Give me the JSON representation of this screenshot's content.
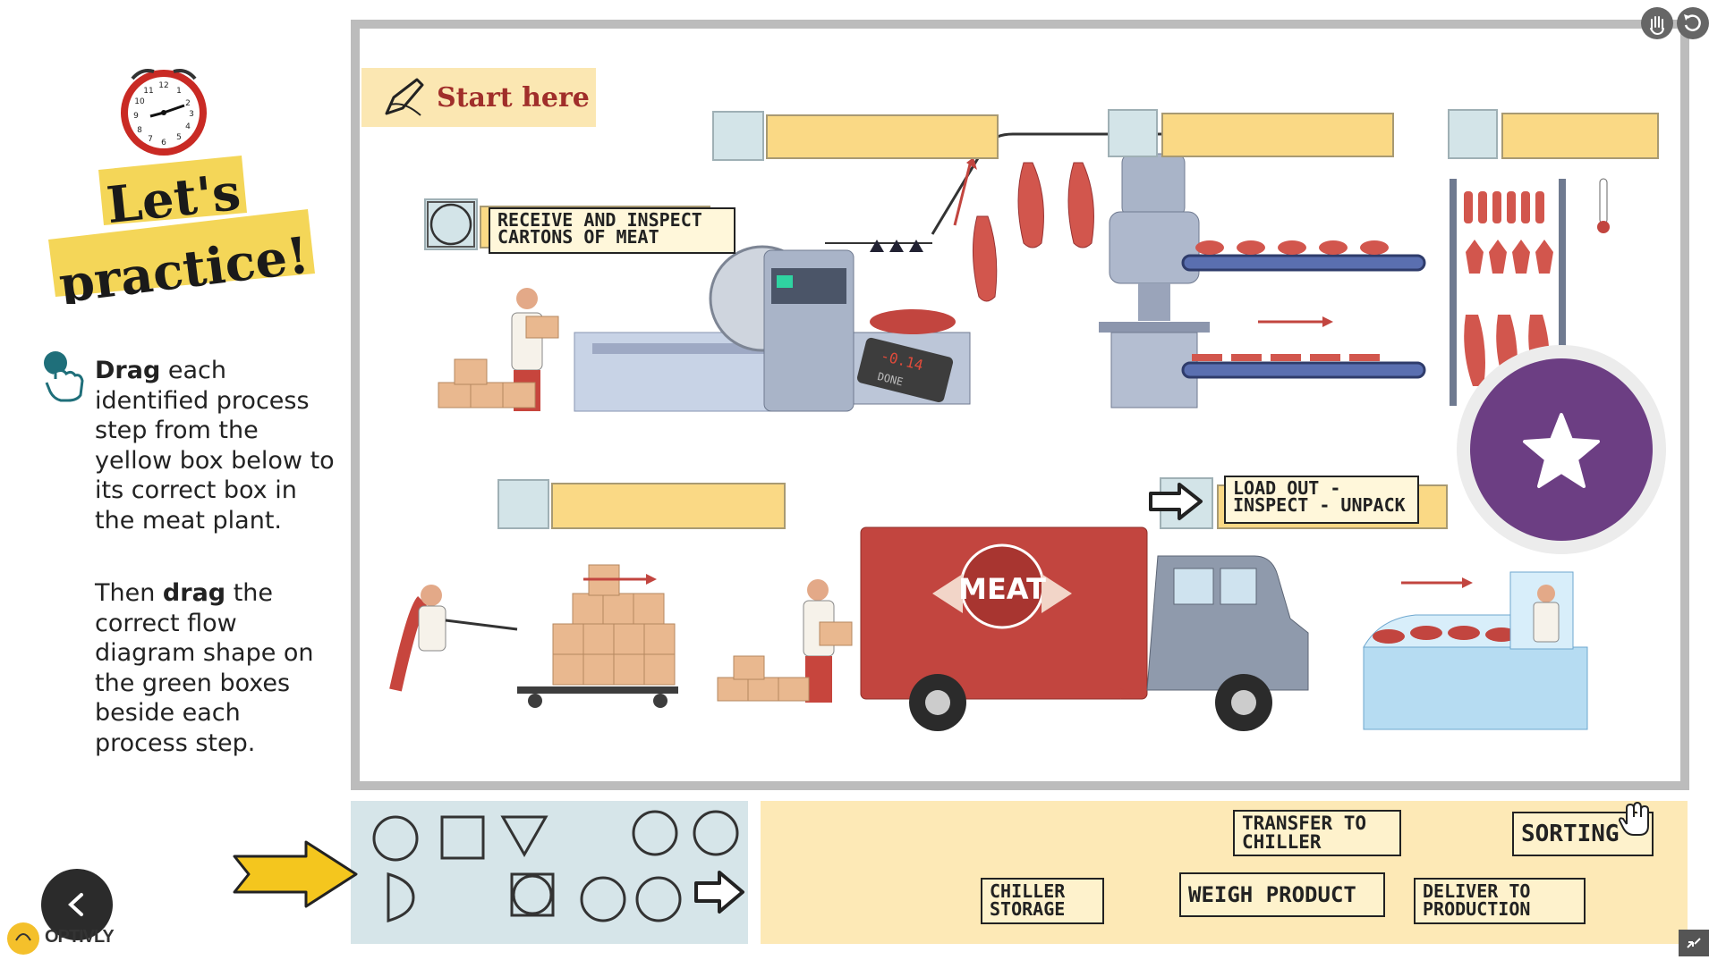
{
  "left_panel": {
    "title_line1": "Let's",
    "title_line2": "practice!",
    "instruction1_bold": "Drag",
    "instruction1_rest": " each identified process step from the yellow box below to its correct box in the meat plant.",
    "instruction2_pre": "Then ",
    "instruction2_bold": "drag",
    "instruction2_rest": " the correct flow diagram shape on the green boxes beside each process step.",
    "logo_text": "OPTIVLY"
  },
  "scene": {
    "start_here": "Start here",
    "placed_labels": [
      {
        "text_line1": "RECEIVE AND INSPECT",
        "text_line2": "CARTONS OF MEAT"
      },
      {
        "text_line1": "LOAD OUT -",
        "text_line2": "INSPECT - UNPACK"
      }
    ],
    "truck_text": "MEAT",
    "scale_display": "-0.14",
    "scale_button": "DONE"
  },
  "label_palette": [
    {
      "line1": "TRANSFER TO",
      "line2": "CHILLER"
    },
    {
      "line1": "SORTING",
      "line2": ""
    },
    {
      "line1": "CHILLER",
      "line2": "STORAGE"
    },
    {
      "line1": "WEIGH PRODUCT",
      "line2": ""
    },
    {
      "line1": "DELIVER TO",
      "line2": "PRODUCTION"
    }
  ],
  "colors": {
    "accent_yellow": "#fad985",
    "slot_teal": "#d3e4e8",
    "star_purple": "#6c3e83",
    "start_red": "#a02e2a",
    "truck_red": "#c2453f"
  }
}
